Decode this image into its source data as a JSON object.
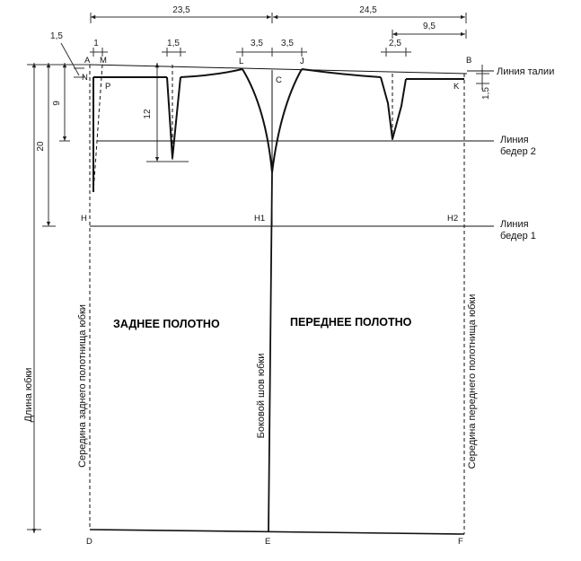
{
  "dimensions": {
    "back_width": "23,5",
    "front_width": "24,5",
    "front_dart_offset": "9,5",
    "waist_lift_back": "1,5",
    "back_center_shift": "1",
    "back_dart_width": "1,5",
    "side_shift_back": "3,5",
    "side_shift_front": "3,5",
    "front_dart_width": "2,5",
    "hip2_depth": "9",
    "hip1_depth": "20",
    "back_dart_length": "12",
    "front_waist_drop": "1,5"
  },
  "points": {
    "A": "A",
    "M": "M",
    "N": "N",
    "P": "P",
    "L": "L",
    "C": "C",
    "J": "J",
    "B": "B",
    "K": "K",
    "H": "H",
    "H1": "H1",
    "H2": "H2",
    "D": "D",
    "E": "E",
    "F": "F"
  },
  "lines": {
    "waist": "Линия талии",
    "hip2_line1": "Линия",
    "hip2_line2": "бедер 2",
    "hip1_line1": "Линия",
    "hip1_line2": "бедер 1"
  },
  "panels": {
    "back": "ЗАДНЕЕ ПОЛОТНО",
    "front": "ПЕРЕДНЕЕ ПОЛОТНО"
  },
  "vertical_labels": {
    "skirt_length": "Длина юбки",
    "back_center": "Середина заднего полотнища юбки",
    "side_seam": "Боковой шов юбки",
    "front_center": "Середина переднего полотнища юбки"
  },
  "colors": {
    "line": "#111111",
    "dimension": "#333333"
  }
}
